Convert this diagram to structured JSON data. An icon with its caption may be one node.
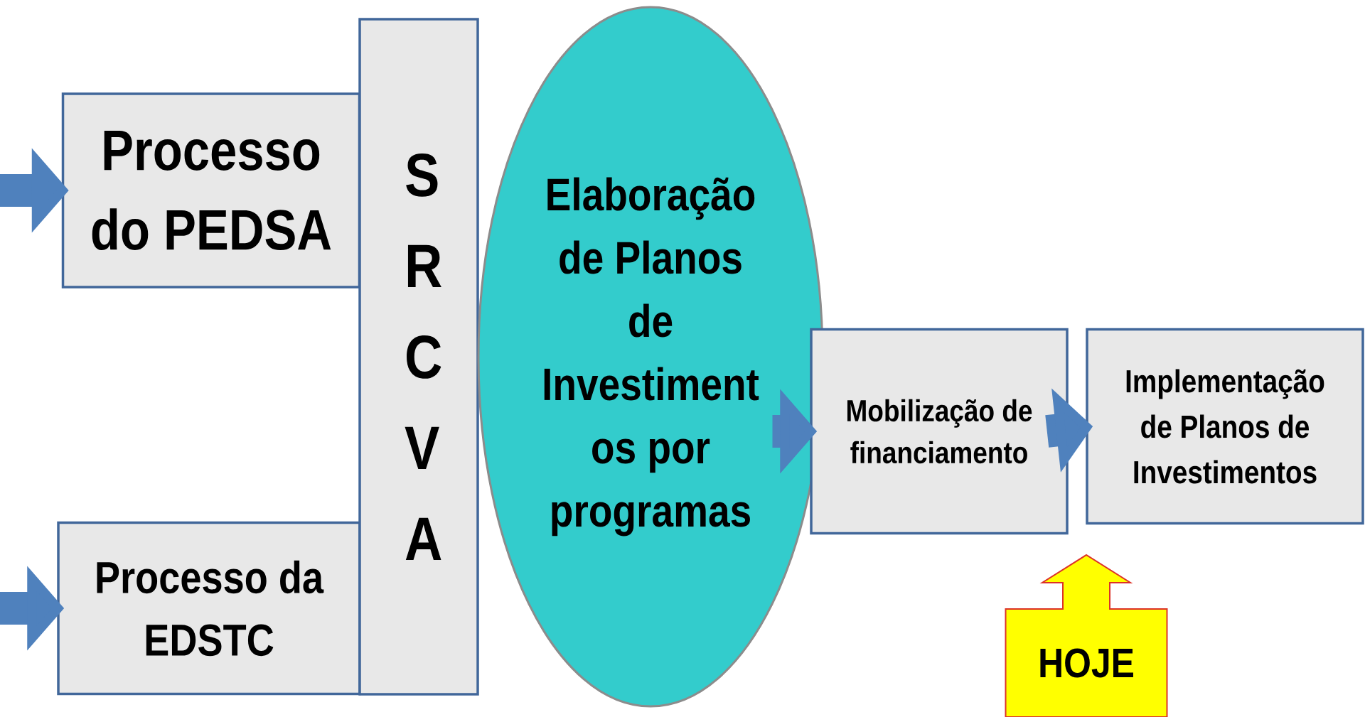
{
  "diagram": {
    "nodes": [
      {
        "text": [
          "Processo do PEDSA"
        ]
      },
      {
        "text": [
          "Processo da EDSTC"
        ]
      },
      {
        "text": [
          "S R C V A"
        ]
      },
      {
        "text": [
          "Elaboração de Planos de Investiment os por programas"
        ]
      },
      {
        "text": [
          "Mobilização de financiamento"
        ]
      },
      {
        "text": [
          "Implementação de Planos de Investimentos"
        ]
      },
      {
        "text": [
          "HOJE"
        ]
      }
    ],
    "edges": [
      {
        "from": null,
        "to": 0,
        "arrow": "to"
      },
      {
        "from": null,
        "to": 1,
        "arrow": "to"
      },
      {
        "from": 3,
        "to": 4,
        "arrow": "to"
      },
      {
        "from": 4,
        "to": 5,
        "arrow": "to"
      }
    ]
  }
}
